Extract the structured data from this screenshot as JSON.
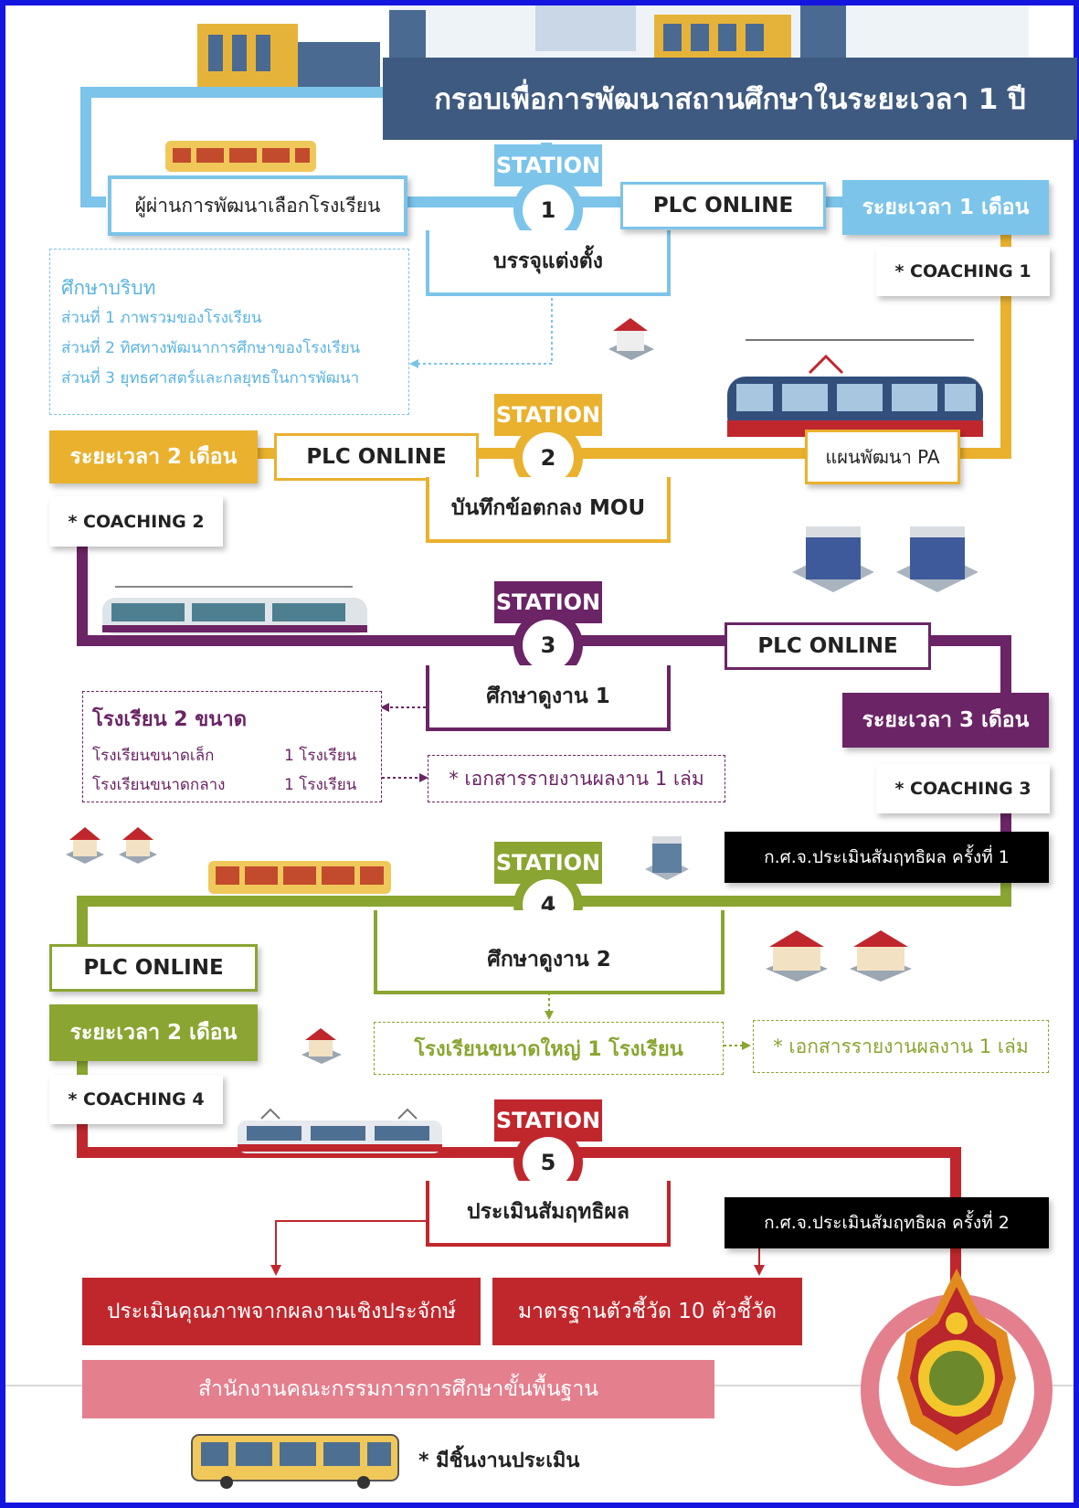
{
  "title": "กรอบเพื่อการพัฒนาสถานศึกษาในระยะเวลา 1 ปี",
  "colors": {
    "blue": "#7cc4ea",
    "gold": "#e9b12e",
    "purple": "#6b2465",
    "green": "#8aa531",
    "red": "#c0272d",
    "pink": "#e47f8e",
    "navy": "#3f5a80",
    "frame": "#1515e0"
  },
  "station_word": "STATION",
  "s1": {
    "number": "1",
    "name": "บรรจุแต่งตั้ง",
    "left_box": "ผู้ผ่านการพัฒนาเลือกโรงเรียน",
    "plc": "PLC ONLINE",
    "period": "ระยะเวลา 1 เดือน",
    "coaching": "* COACHING 1",
    "context_title": "ศึกษาบริบท",
    "context_items": [
      "ส่วนที่ 1 ภาพรวมของโรงเรียน",
      "ส่วนที่ 2 ทิศทางพัฒนาการศึกษาของโรงเรียน",
      "ส่วนที่ 3 ยุทธศาสตร์และกลยุทธในการพัฒนา"
    ]
  },
  "s2": {
    "number": "2",
    "name": "บันทึกข้อตกลง MOU",
    "plc": "PLC ONLINE",
    "period": "ระยะเวลา 2 เดือน",
    "coaching": "* COACHING 2",
    "plan": "แผนพัฒนา PA"
  },
  "s3": {
    "number": "3",
    "name": "ศึกษาดูงาน 1",
    "plc": "PLC ONLINE",
    "period": "ระยะเวลา 3 เดือน",
    "coaching": "* COACHING 3",
    "schools_title": "โรงเรียน 2 ขนาด",
    "schools": [
      {
        "name": "โรงเรียนขนาดเล็ก",
        "count": "1 โรงเรียน"
      },
      {
        "name": "โรงเรียนขนาดกลาง",
        "count": "1 โรงเรียน"
      }
    ],
    "report": "* เอกสารรายงานผลงาน 1 เล่ม",
    "eval": "ก.ศ.จ.ประเมินสัมฤทธิผล ครั้งที่ 1"
  },
  "s4": {
    "number": "4",
    "name": "ศึกษาดูงาน 2",
    "plc": "PLC ONLINE",
    "period": "ระยะเวลา 2 เดือน",
    "coaching": "* COACHING 4",
    "school": "โรงเรียนขนาดใหญ่ 1 โรงเรียน",
    "report": "* เอกสารรายงานผลงาน 1 เล่ม"
  },
  "s5": {
    "number": "5",
    "name": "ประเมินสัมฤทธิผล",
    "eval": "ก.ศ.จ.ประเมินสัมฤทธิผล ครั้งที่ 2",
    "out1": "ประเมินคุณภาพจากผลงานเชิงประจักษ์",
    "out2": "มาตรฐานตัวชี้วัด 10 ตัวชี้วัด"
  },
  "footer": "สำนักงานคณะกรรมการการศึกษาขั้นพื้นฐาน",
  "legend": "* มีชิ้นงานประเมิน",
  "icons": {
    "train": "train-icon",
    "house": "house-icon",
    "building": "building-icon",
    "bus": "bus-icon",
    "seal": "obec-seal-icon"
  }
}
